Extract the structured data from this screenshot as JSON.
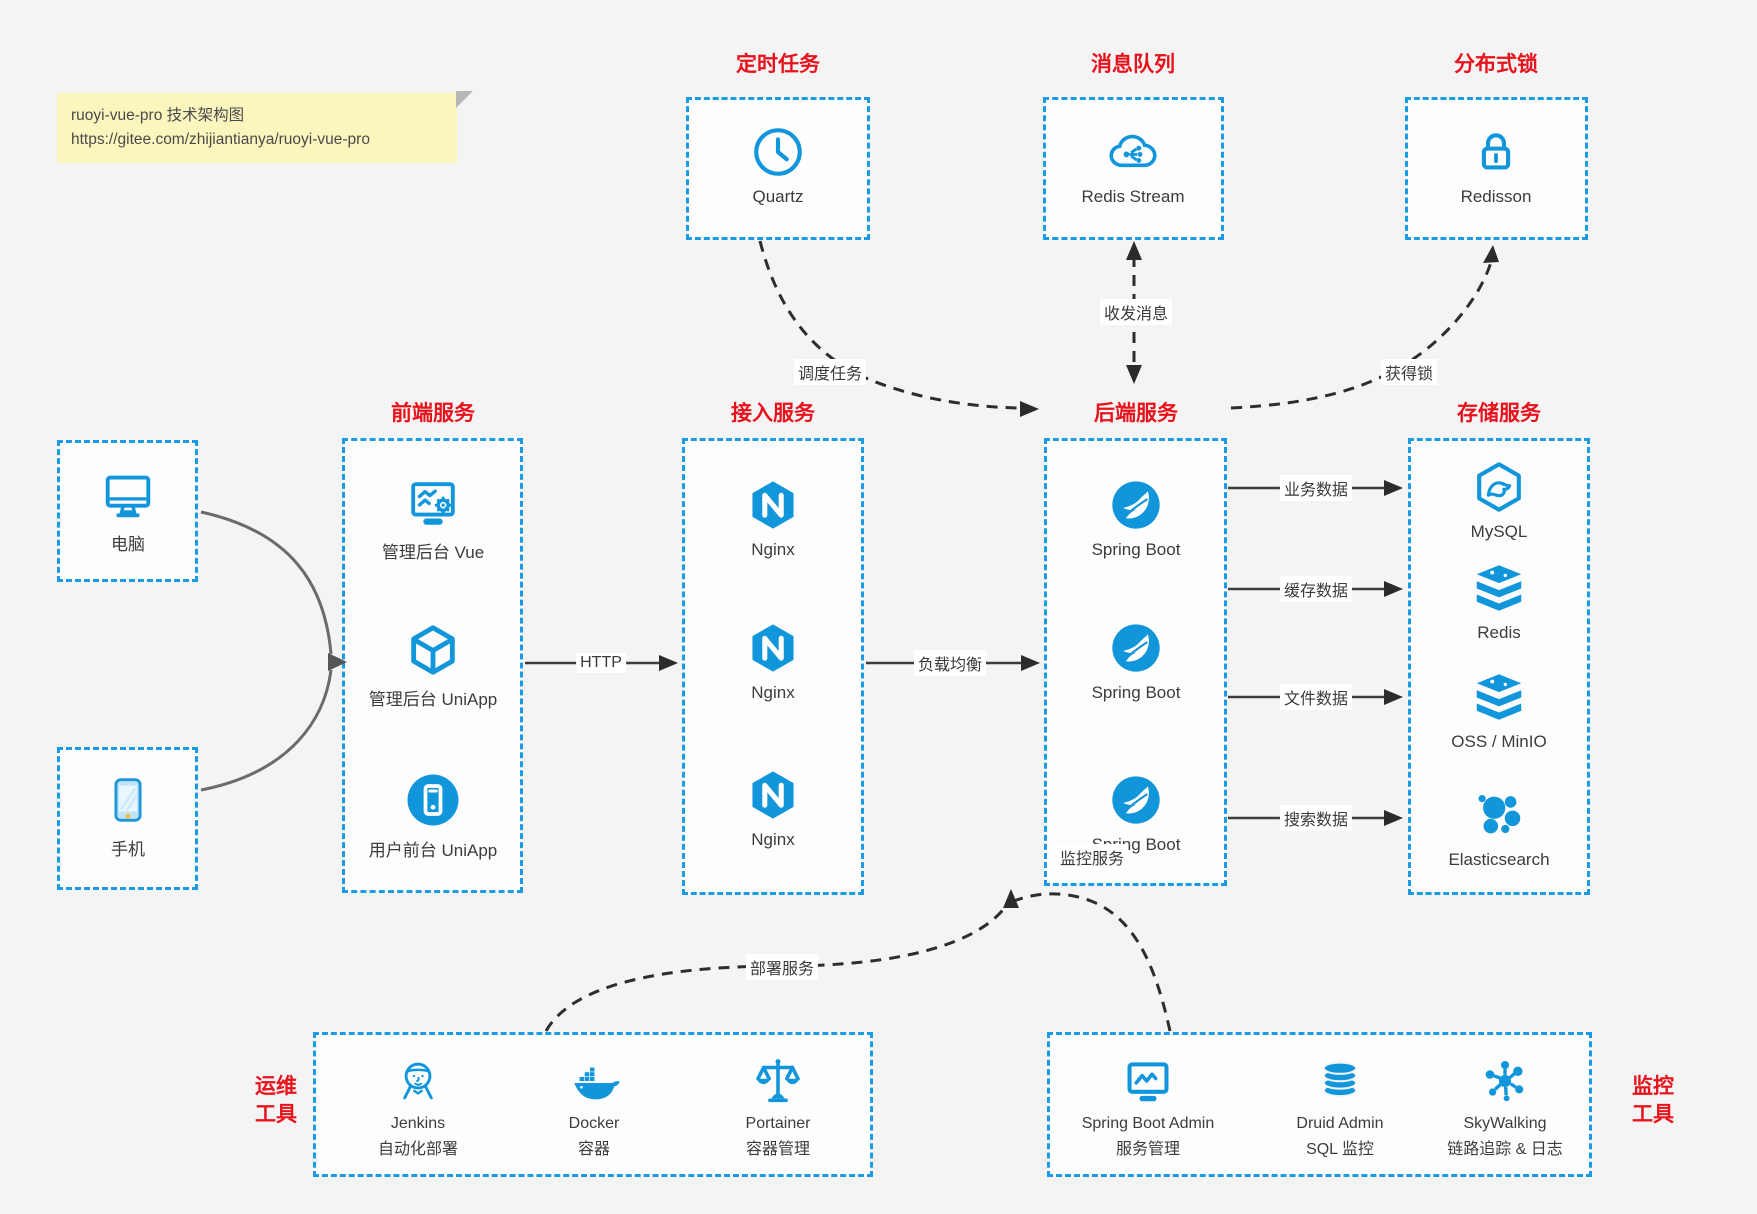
{
  "note": {
    "line1": "ruoyi-vue-pro 技术架构图",
    "line2": "https://gitee.com/zhijiantianya/ruoyi-vue-pro"
  },
  "colors": {
    "dashed_border_blue": "#1a9be6",
    "icon_blue": "#1296db",
    "title_red": "#e7121b",
    "arrow_dark": "#3d3d3d",
    "note_yellow": "#faf6bd"
  },
  "scheduler": {
    "title": "定时任务",
    "item": "Quartz",
    "icon": "clock-icon"
  },
  "mq": {
    "title": "消息队列",
    "item": "Redis Stream",
    "icon": "cloud-stream-icon"
  },
  "lock": {
    "title": "分布式锁",
    "item": "Redisson",
    "icon": "lock-icon"
  },
  "clients": {
    "pc": "电脑",
    "mobile": "手机"
  },
  "frontend": {
    "title": "前端服务",
    "items": [
      "管理后台 Vue",
      "管理后台 UniApp",
      "用户前台 UniApp"
    ]
  },
  "gateway": {
    "title": "接入服务",
    "items": [
      "Nginx",
      "Nginx",
      "Nginx"
    ]
  },
  "backend": {
    "title": "后端服务",
    "items": [
      "Spring Boot",
      "Spring Boot",
      "Spring Boot"
    ]
  },
  "storage": {
    "title": "存储服务",
    "items": [
      "MySQL",
      "Redis",
      "OSS / MinIO",
      "Elasticsearch"
    ]
  },
  "ops": {
    "title_line1": "运维",
    "title_line2": "工具",
    "items": [
      {
        "name": "Jenkins",
        "desc": "自动化部署"
      },
      {
        "name": "Docker",
        "desc": "容器"
      },
      {
        "name": "Portainer",
        "desc": "容器管理"
      }
    ]
  },
  "monitor": {
    "title_line1": "监控",
    "title_line2": "工具",
    "items": [
      {
        "name": "Spring Boot Admin",
        "desc": "服务管理"
      },
      {
        "name": "Druid Admin",
        "desc": "SQL 监控"
      },
      {
        "name": "SkyWalking",
        "desc": "链路追踪 & 日志"
      }
    ]
  },
  "edges": {
    "http": "HTTP",
    "lb": "负载均衡",
    "biz": "业务数据",
    "cache": "缓存数据",
    "file": "文件数据",
    "search": "搜索数据",
    "msg": "收发消息",
    "job": "调度任务",
    "locking": "获得锁",
    "deploy": "部署服务",
    "watch": "监控服务"
  }
}
